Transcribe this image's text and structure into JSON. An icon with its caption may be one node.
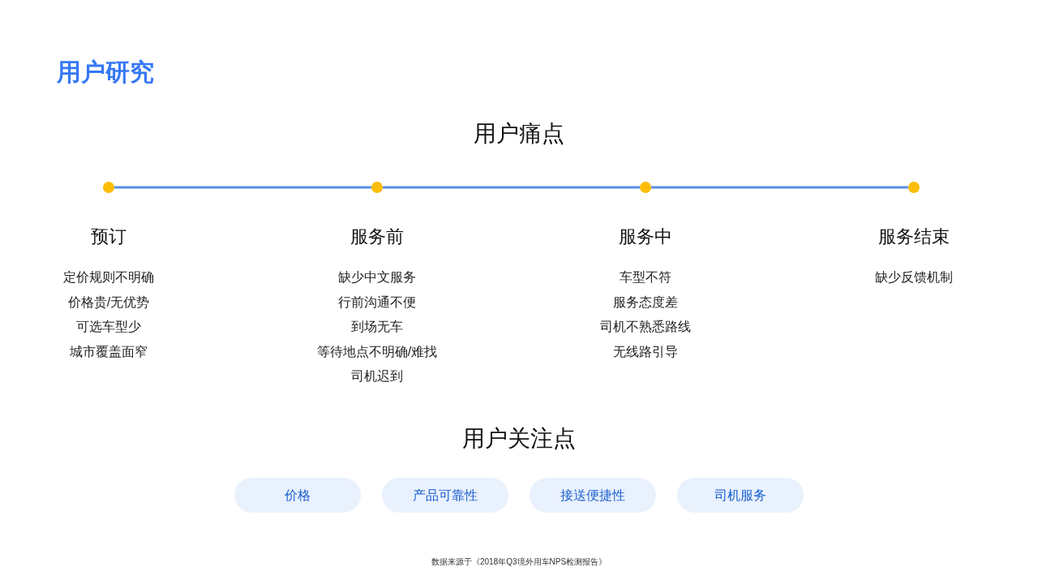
{
  "diagram": {
    "title": "用户研究",
    "caption": "数据来源于《2018年Q3境外用车NPS检测报告》",
    "nodes": [
      {
        "text": [],
        "shape": "circle",
        "beside": [
          "预订",
          "定价规则不明确",
          "价格贵/无优势",
          "可选车型少",
          "城市覆盖面窄"
        ]
      },
      {
        "text": [],
        "shape": "circle",
        "beside": [
          "服务前",
          "缺少中文服务",
          "行前沟通不便",
          "到场无车",
          "等待地点不明确/难找",
          "司机迟到"
        ]
      },
      {
        "text": [],
        "shape": "circle",
        "beside": [
          "服务中",
          "车型不符",
          "服务态度差",
          "司机不熟悉路线",
          "无线路引导"
        ]
      },
      {
        "text": [],
        "shape": "circle",
        "beside": [
          "服务结束",
          "缺少反馈机制"
        ]
      },
      {
        "text": [
          "价格"
        ]
      },
      {
        "text": [
          "产品可靠性"
        ]
      },
      {
        "text": [
          "接送便捷性"
        ]
      },
      {
        "text": [
          "司机服务"
        ]
      }
    ],
    "edges": [
      {
        "from": 0,
        "to": 1,
        "arrow": "none"
      },
      {
        "from": 1,
        "to": 2,
        "arrow": "none"
      },
      {
        "from": 2,
        "to": 3,
        "arrow": "none"
      }
    ],
    "labels": [
      "用户痛点",
      "用户关注点"
    ]
  }
}
